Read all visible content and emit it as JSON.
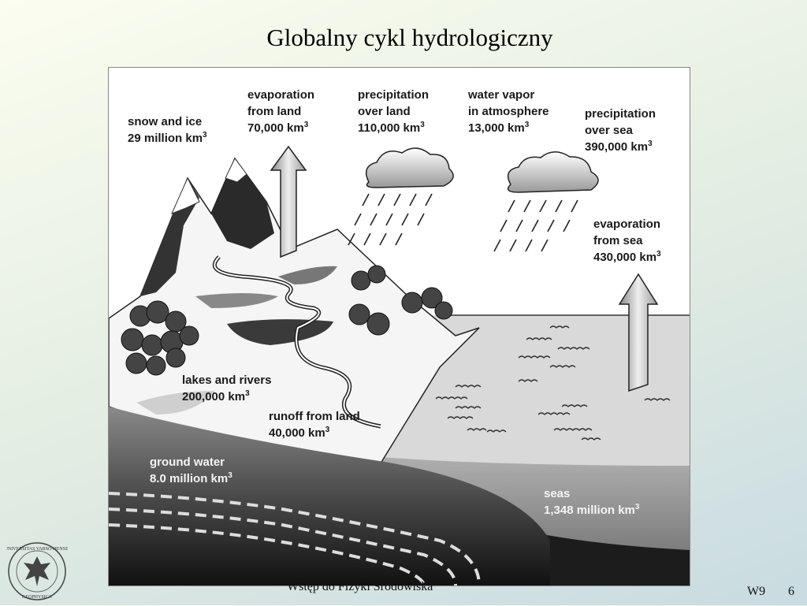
{
  "slide": {
    "title": "Globalny cykl hydrologiczny"
  },
  "labels": [
    {
      "id": "snow-and-ice",
      "line1": "snow and ice",
      "line2": "29 million km",
      "sup": "3"
    },
    {
      "id": "evaporation-from-land",
      "line1": "evaporation",
      "line1b": "from land",
      "line2": "70,000 km",
      "sup": "3"
    },
    {
      "id": "precipitation-over-land",
      "line1": "precipitation",
      "line1b": "over land",
      "line2": "110,000 km",
      "sup": "3"
    },
    {
      "id": "water-vapor",
      "line1": "water vapor",
      "line1b": "in atmosphere",
      "line2": "13,000 km",
      "sup": "3"
    },
    {
      "id": "precipitation-over-sea",
      "line1": "precipitation",
      "line1b": "over sea",
      "line2": "390,000 km",
      "sup": "3"
    },
    {
      "id": "evaporation-from-sea",
      "line1": "evaporation",
      "line1b": "from sea",
      "line2": "430,000 km",
      "sup": "3"
    },
    {
      "id": "lakes-and-rivers",
      "line1": "lakes and rivers",
      "line2": "200,000 km",
      "sup": "3"
    },
    {
      "id": "runoff-from-land",
      "line1": "runoff from land",
      "line2": "40,000 km",
      "sup": "3"
    },
    {
      "id": "ground-water",
      "line1": "ground water",
      "line2": "8.0 million km",
      "sup": "3"
    },
    {
      "id": "seas",
      "line1": "seas",
      "line2": "1,348 million km",
      "sup": "3"
    }
  ],
  "footer": {
    "course": "Wstęp do Fizyki Środowiska",
    "code": "W9",
    "page": "6"
  },
  "logo": {
    "icon": "university-seal-icon",
    "text": "UNIVERSITAS VARSOVIENSIS GEOPHYSICA"
  },
  "colors": {
    "sea": "#d9d9d9",
    "ground": "#707070",
    "deep": "#1c1c1c",
    "seas_water": "#a0a0a0"
  }
}
